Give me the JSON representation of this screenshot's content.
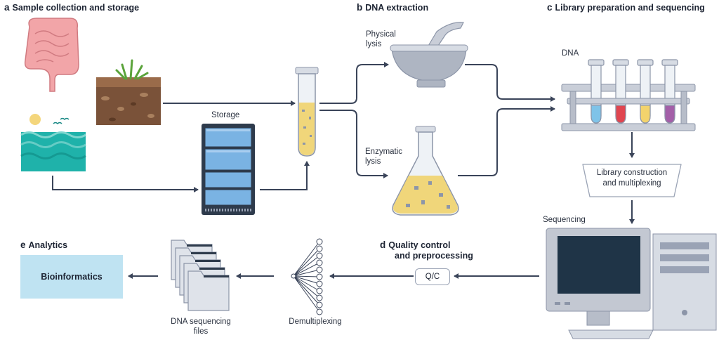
{
  "panels": {
    "a": {
      "letter": "a",
      "title": "Sample collection and storage"
    },
    "b": {
      "letter": "b",
      "title": "DNA extraction"
    },
    "c": {
      "letter": "c",
      "title": "Library preparation and sequencing"
    },
    "d": {
      "letter": "d",
      "title_line1": "Quality control",
      "title_line2": "and preprocessing"
    },
    "e": {
      "letter": "e",
      "title": "Analytics"
    }
  },
  "labels": {
    "storage": "Storage",
    "physical_lysis_1": "Physical",
    "physical_lysis_2": "lysis",
    "enzymatic_lysis_1": "Enzymatic",
    "enzymatic_lysis_2": "lysis",
    "dna": "DNA",
    "library_1": "Library construction",
    "library_2": "and multiplexing",
    "sequencing": "Sequencing",
    "qc": "Q/C",
    "demultiplexing": "Demultiplexing",
    "files_1": "DNA sequencing",
    "files_2": "files",
    "bioinformatics": "Bioinformatics"
  },
  "colors": {
    "arrow": "#3a4459",
    "bioinformatics_box": "#bfe3f2",
    "tube_blue": "#7fc3e8",
    "tube_red": "#e0454f",
    "tube_yellow": "#f3d36c",
    "tube_purple": "#a35fa8",
    "lysate": "#f0d67a",
    "intestine": "#f2a5a8",
    "sea": "#1fb2aa",
    "soil": "#7a5239",
    "monitor_screen": "#1f3447"
  },
  "icons": [
    "intestine-icon",
    "soil-icon",
    "ocean-icon",
    "storage-freezer-icon",
    "test-tube-icon",
    "mortar-pestle-icon",
    "erlenmeyer-flask-icon",
    "tube-rack-icon",
    "computer-icon",
    "demultiplexing-icon",
    "file-stack-icon"
  ]
}
